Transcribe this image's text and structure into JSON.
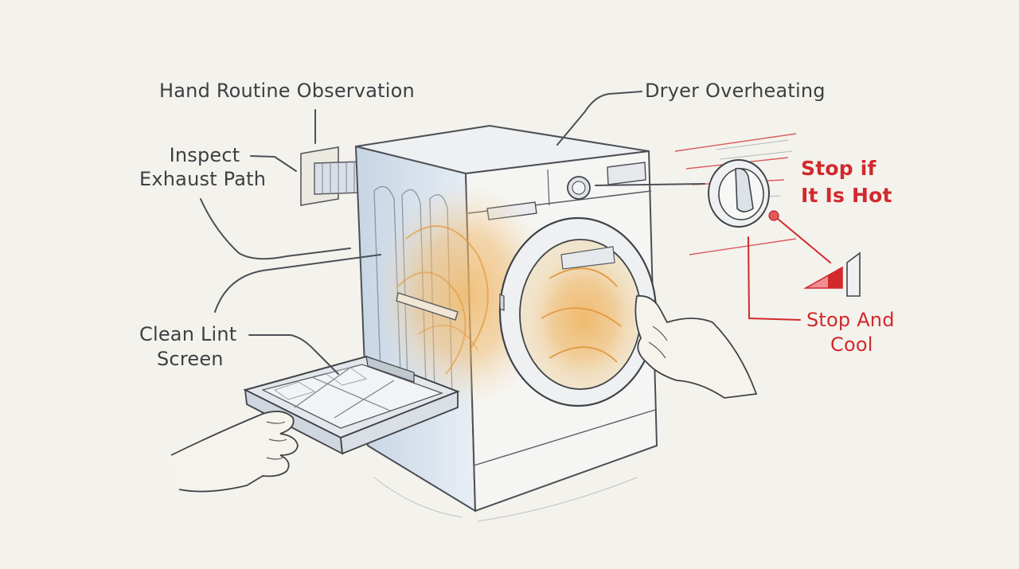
{
  "labels": {
    "hand_routine": "Hand Routine Observation",
    "dryer_overheating": "Dryer Overheating",
    "inspect_exhaust_line1": "Inspect",
    "inspect_exhaust_line2": "Exhaust Path",
    "clean_lint_line1": "Clean Lint",
    "clean_lint_line2": "Screen",
    "stop_if_hot_line1": "Stop if",
    "stop_if_hot_line2": "It Is Hot",
    "stop_and_cool_line1": "Stop And",
    "stop_and_cool_line2": "Cool"
  },
  "colors": {
    "ink": "#3c3f44",
    "alert_red": "#d2292d",
    "heat_orange": "#e8a24a",
    "steel_blue": "#a9bdd2",
    "paper": "#f4f2ec"
  },
  "icons": {
    "control_knob": "thermostat-knob-icon",
    "temperature_wedge": "temperature-rising-icon"
  }
}
